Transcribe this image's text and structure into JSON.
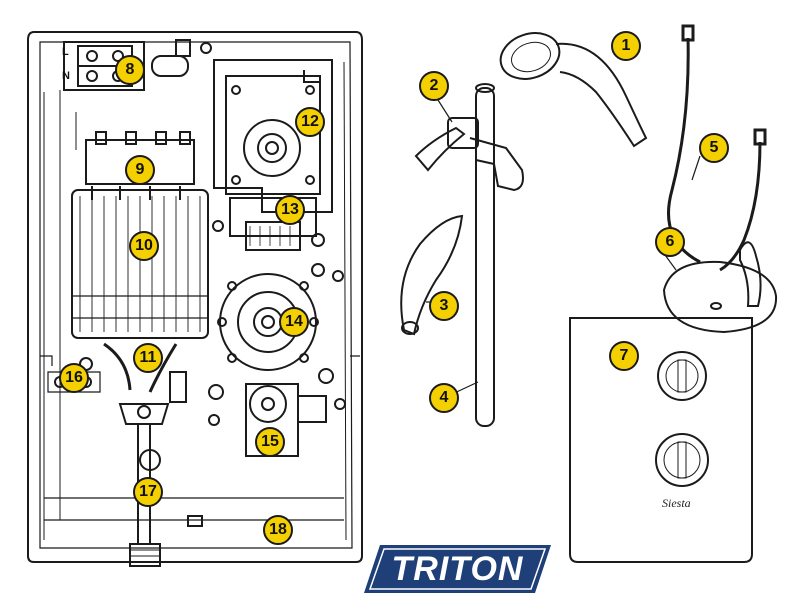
{
  "diagram": {
    "terminal_labels": [
      "L",
      "N"
    ],
    "callouts": [
      "1",
      "2",
      "3",
      "4",
      "5",
      "6",
      "7",
      "8",
      "9",
      "10",
      "11",
      "12",
      "13",
      "14",
      "15",
      "16",
      "17",
      "18"
    ],
    "panel_brand": "Siesta",
    "callout_color": "#f5d000"
  },
  "brand": {
    "name": "TRITON",
    "color": "#1f3f78"
  }
}
